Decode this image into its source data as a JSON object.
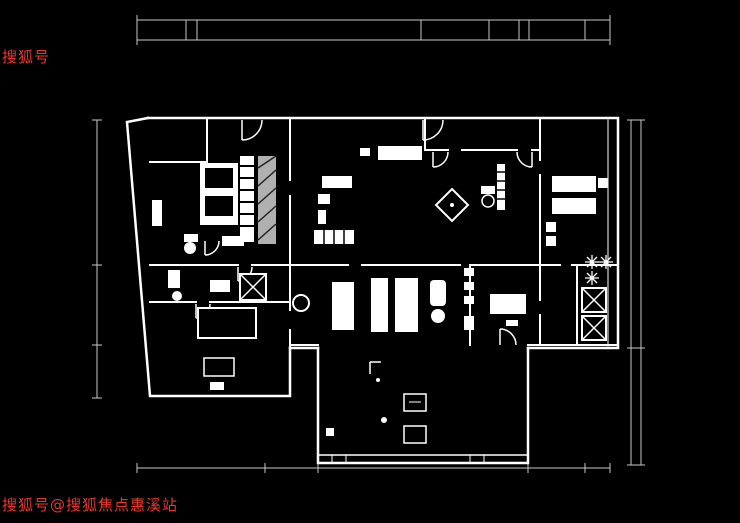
{
  "meta": {
    "type": "architectural-floor-plan",
    "background_color": "#000000",
    "plan_line_color": "#ffffff",
    "hatch_gray": "#b0b0b0",
    "watermark_color": "#e8382e"
  },
  "watermarks": {
    "top_left": "搜狐号",
    "bottom_left": "搜狐号@搜狐焦点惠溪站"
  }
}
